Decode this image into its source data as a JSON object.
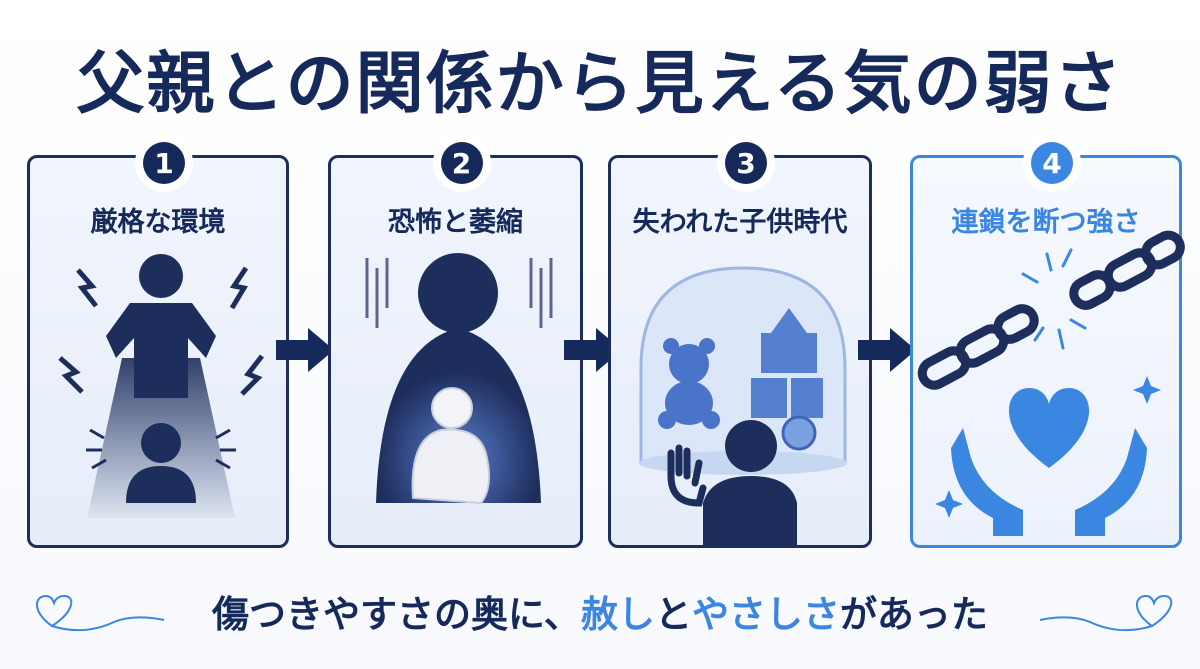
{
  "title": "父親との関係から見える気の弱さ",
  "steps": [
    {
      "number": "1",
      "label": "厳格な環境"
    },
    {
      "number": "2",
      "label": "恐怖と萎縮"
    },
    {
      "number": "3",
      "label": "失われた子供時代"
    },
    {
      "number": "4",
      "label": "連鎖を断つ強さ"
    }
  ],
  "message": {
    "part1": "傷つきやすさの奥に、",
    "highlight1": "赦し",
    "part2": "と",
    "highlight2": "やさしさ",
    "part3": "があった"
  },
  "colors": {
    "navy": "#15295a",
    "accent": "#3a86e0",
    "panel_bg": "#e6edf9"
  }
}
